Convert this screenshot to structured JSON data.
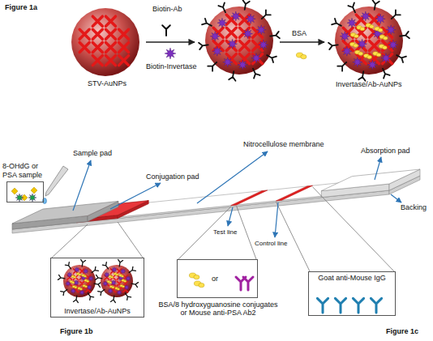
{
  "diagram": {
    "nodes": [
      {
        "text": [
          "Invertase/Ab-AuNPs"
        ]
      },
      {
        "text": [
          "or",
          "BSA/8 hydroxyguanosine conjugates or Mouse anti-PSA Ab2"
        ]
      },
      {
        "text": [
          "Goat anti-Mouse IgG"
        ]
      },
      {
        "text": [
          "8-OHdG or PSA sample"
        ]
      }
    ],
    "labels": [
      "Figure 1a",
      "STV-AuNPs",
      "Biotin-Ab",
      "Biotin-Invertase",
      "BSA",
      "Invertase/Ab-AuNPs",
      "Sample pad",
      "Conjugation pad",
      "Nitrocellulose membrane",
      "Test line",
      "Control line",
      "Absorption pad",
      "Backing",
      "Figure 1b",
      "Figure 1c"
    ]
  }
}
